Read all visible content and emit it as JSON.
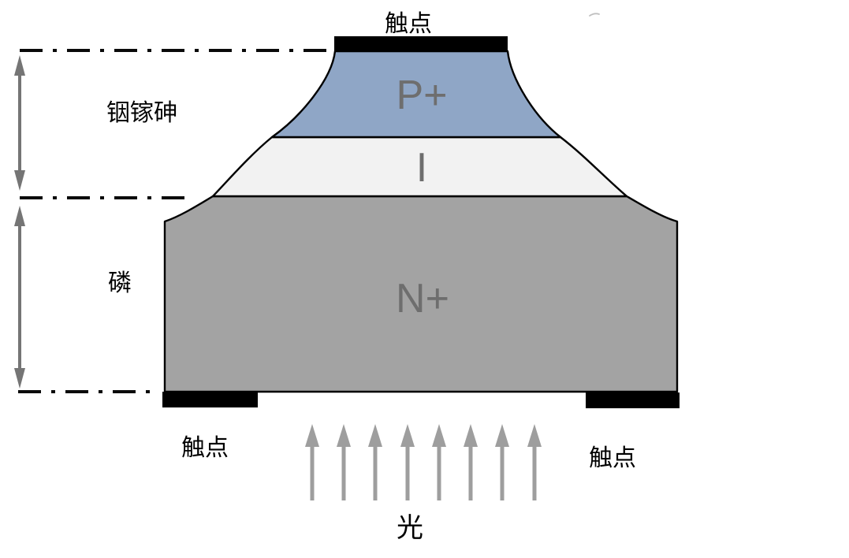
{
  "figure": {
    "kind": "pin-photodiode-cross-section",
    "contacts": {
      "top_label": "触点",
      "bottom_left_label": "触点",
      "bottom_right_label": "触点"
    },
    "regions": {
      "p_plus_label": "P+",
      "intrinsic_label": "I",
      "n_plus_label": "N+"
    },
    "materials": {
      "upper_layer_label": "铟镓砷",
      "lower_layer_label": "磷"
    },
    "light_label": "光",
    "colors": {
      "p_region": "#8FA6C6",
      "i_region": "#F2F2F2",
      "n_region": "#A3A3A3",
      "contact": "#000000",
      "region_label": "#6E6E6E",
      "text": "#000000",
      "light_arrow": "#9E9E9E",
      "dimension_arrow": "#757575"
    }
  }
}
